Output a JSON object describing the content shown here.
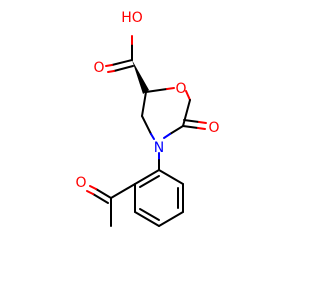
{
  "molecule": {
    "atoms": {
      "hydroxyl": "HO",
      "carboxyl_oxygen": "O",
      "ring_oxygen": "O",
      "carbonyl_oxygen": "O",
      "ring_nitrogen": "N",
      "acetyl_oxygen": "O"
    }
  },
  "colors": {
    "oxygen": "#ff0000",
    "nitrogen": "#0000ff",
    "carbon_bond": "#000000",
    "background": "#ffffff"
  }
}
